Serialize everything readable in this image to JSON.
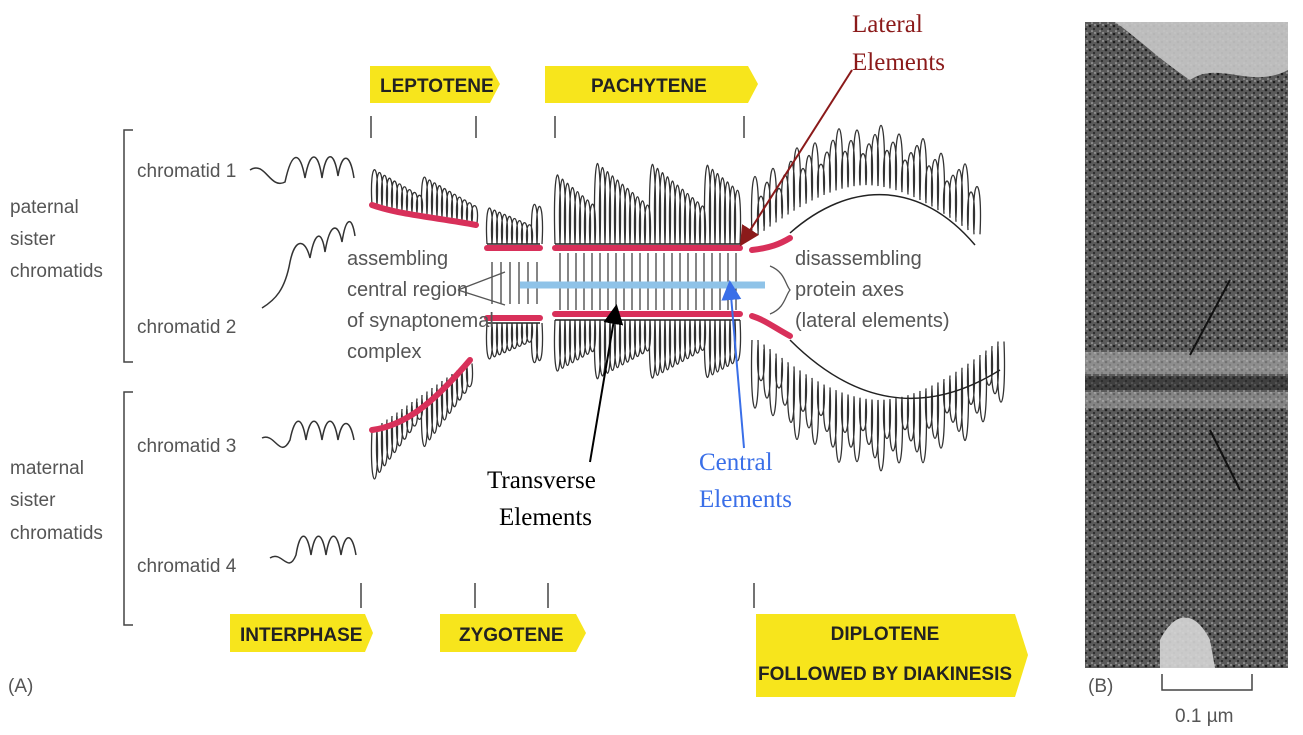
{
  "panel_a_label": "(A)",
  "panel_b_label": "(B)",
  "stages_top": {
    "leptotene": "LEPTOTENE",
    "pachytene": "PACHYTENE"
  },
  "stages_bottom": {
    "interphase": "INTERPHASE",
    "zygotene": "ZYGOTENE",
    "diplotene_line1": "DIPLOTENE",
    "diplotene_line2": "FOLLOWED BY DIAKINESIS"
  },
  "groups": {
    "paternal": [
      "paternal",
      "sister",
      "chromatids"
    ],
    "maternal": [
      "maternal",
      "sister",
      "chromatids"
    ]
  },
  "chromatids": [
    "chromatid 1",
    "chromatid 2",
    "chromatid 3",
    "chromatid 4"
  ],
  "assembling_label": [
    "assembling",
    "central region",
    "of synaptonemal",
    "complex"
  ],
  "disassembling_label": [
    "disassembling",
    "protein axes",
    "(lateral elements)"
  ],
  "annotations": {
    "lateral": [
      "Lateral",
      "Elements"
    ],
    "transverse": [
      "Transverse",
      "Elements"
    ],
    "central": [
      "Central",
      "Elements"
    ]
  },
  "scale_bar_label": "0.1 µm",
  "colors": {
    "stage_banner": "#f7e51c",
    "lateral_element": "#d8305a",
    "central_element": "#8fc3e8",
    "lateral_text": "#8b1a1a",
    "central_text": "#3a6fe8",
    "transverse_text": "#000000"
  }
}
